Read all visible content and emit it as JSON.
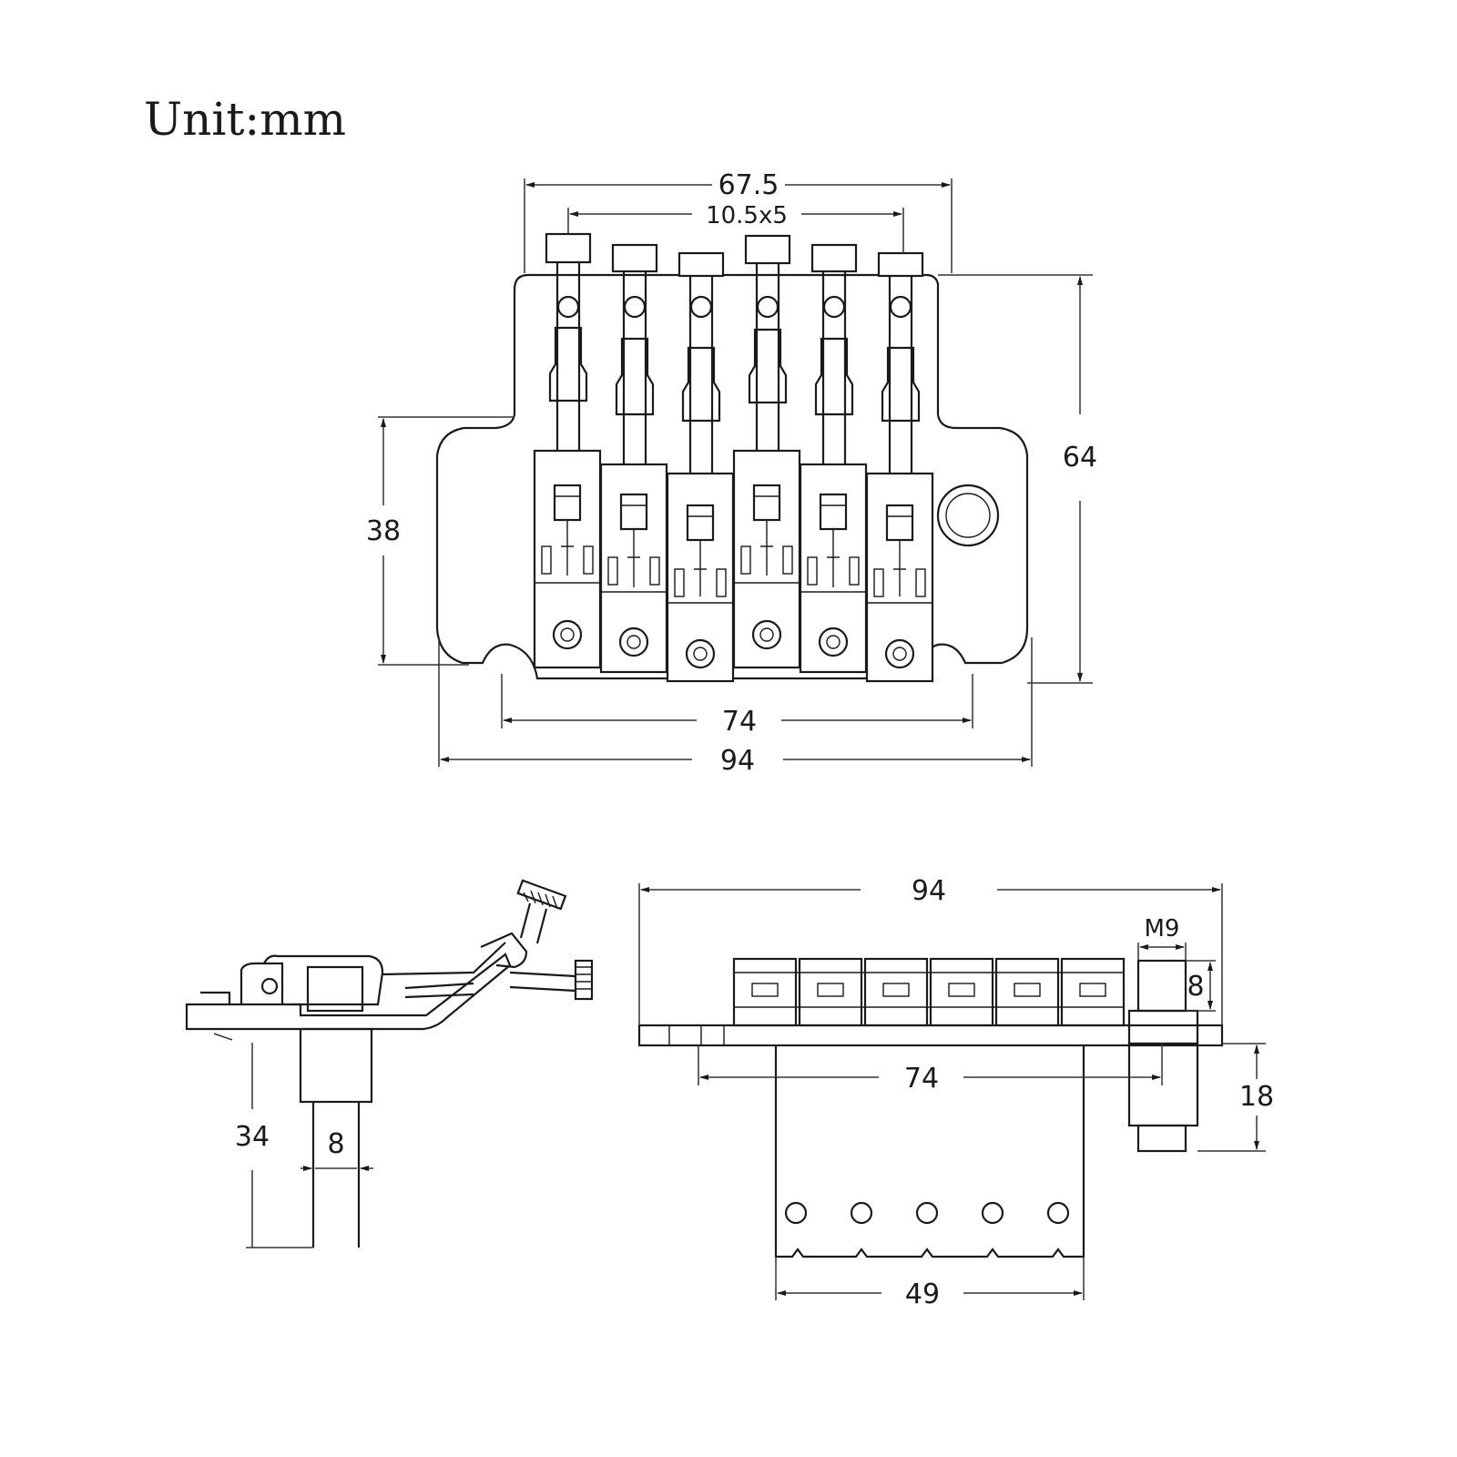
{
  "unit_label": "Unit:mm",
  "top_view": {
    "overall_width_top": "67.5",
    "string_spacing": "10.5x5",
    "overall_height": "64",
    "base_height": "38",
    "stud_spacing": "74",
    "overall_width": "94"
  },
  "side_view": {
    "post_length": "34",
    "post_diameter": "8"
  },
  "front_view": {
    "overall_width": "94",
    "thread": "M9",
    "thread_height": "8",
    "stud_spacing": "74",
    "stud_height": "18",
    "block_width": "49"
  }
}
